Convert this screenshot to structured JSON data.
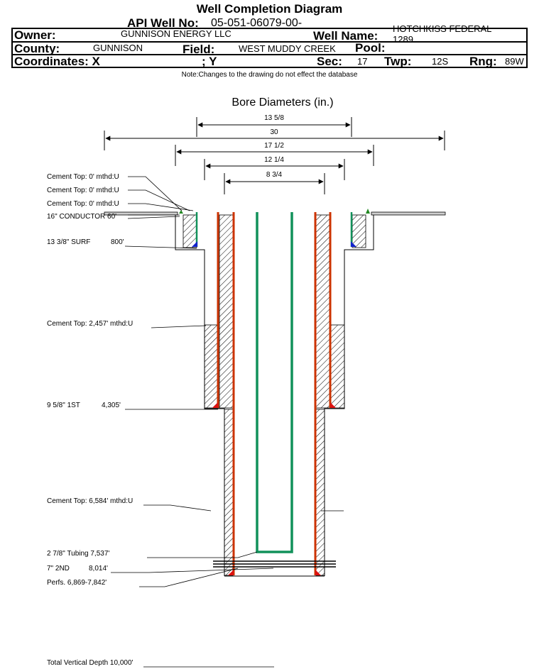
{
  "header": {
    "title": "Well Completion Diagram",
    "api_label": "API Well No:",
    "api_value": "05-051-06079-00-",
    "owner_label": "Owner:",
    "owner_value": "GUNNISON ENERGY LLC",
    "well_name_label": "Well Name:",
    "well_name_value": "HOTCHKISS FEDERAL 1289",
    "county_label": "County:",
    "county_value": "GUNNISON",
    "field_label": "Field:",
    "field_value": "WEST MUDDY CREEK",
    "pool_label": "Pool:",
    "pool_value": "",
    "coord_label": "Coordinates: X",
    "coord_y": "; Y",
    "sec_label": "Sec:",
    "sec_value": "17",
    "twp_label": "Twp:",
    "twp_value": "12S",
    "rng_label": "Rng:",
    "rng_value": "89W",
    "note": "Note:Changes to the drawing do not effect the database"
  },
  "diagram": {
    "bore_title": "Bore Diameters (in.)",
    "bore_dims": [
      "13 5/8",
      "30",
      "17 1/2",
      "12 1/4",
      "8 3/4"
    ],
    "labels": {
      "cement_top_1": "Cement Top: 0' mthd:U",
      "cement_top_2": "Cement Top: 0' mthd:U",
      "cement_top_3": "Cement Top: 0' mthd:U",
      "conductor": "16\" CONDUCTOR 60'",
      "surf_casing": "13 3/8\" SURF",
      "surf_depth": "800'",
      "cement_top_4": "Cement Top: 2,457' mthd:U",
      "first_casing": "9 5/8\" 1ST",
      "first_depth": "4,305'",
      "cement_top_5": "Cement Top: 6,584' mthd:U",
      "tubing": "2 7/8\" Tubing 7,537'",
      "second_casing": "7\" 2ND",
      "second_depth": "8,014'",
      "perfs": "Perfs. 6,869-7,842'",
      "total_depth": "Total Vertical Depth 10,000'"
    },
    "colors": {
      "casing": "#cc3300",
      "tubing": "#11915a",
      "shoe_red": "#dd1111",
      "shoe_blue": "#1122cc",
      "shoe_green": "#228822"
    }
  }
}
